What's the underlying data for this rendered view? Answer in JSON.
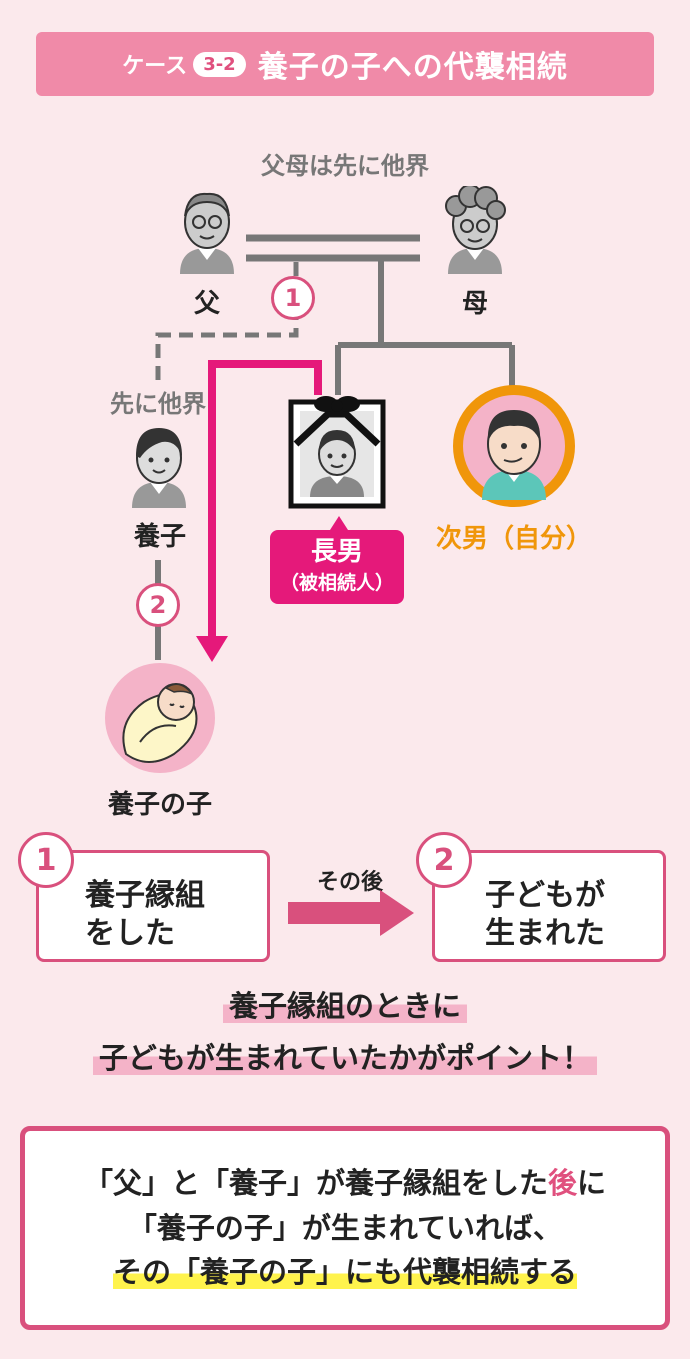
{
  "header": {
    "case_label": "ケース",
    "case_number": "3-2",
    "title": "養子の子への代襲相続"
  },
  "family": {
    "parents_note": "父母は先に他界",
    "father": "父",
    "mother": "母",
    "adopted_note": "先に他界",
    "adopted": "養子",
    "adopted_child": "養子の子",
    "eldest_son": "長男",
    "decedent": "（被相続人）",
    "second_son": "次男（自分）"
  },
  "steps": {
    "step1_number": "1",
    "step1_line1": "養子縁組",
    "step1_line2": "をした",
    "arrow_label": "その後",
    "step2_number": "2",
    "step2_line1": "子どもが",
    "step2_line2": "生まれた"
  },
  "point": {
    "line1": "養子縁組のときに",
    "line2": "子どもが生まれていたかがポイント！"
  },
  "conclusion": {
    "line1_a": "「父」と「養子」が養子縁組をした",
    "line1_red": "後",
    "line1_b": "に",
    "line2": "「養子の子」が生まれていれば、",
    "line3": "その「養子の子」にも代襲相続する"
  },
  "colors": {
    "accent": "#d9507d",
    "magenta": "#e5197a",
    "orange": "#f0960a",
    "gray": "#777777"
  }
}
